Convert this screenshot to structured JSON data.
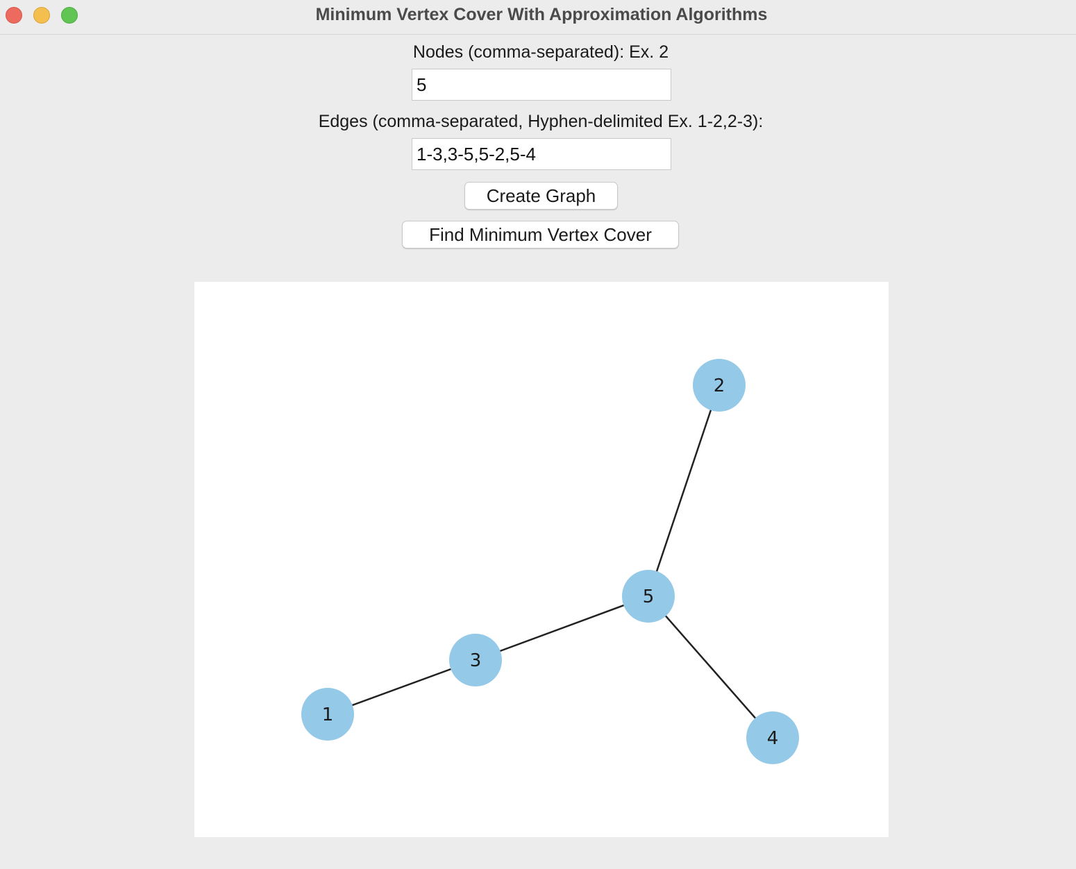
{
  "window": {
    "title": "Minimum Vertex Cover With Approximation Algorithms"
  },
  "form": {
    "nodes_label": "Nodes (comma-separated): Ex. 2",
    "nodes_value": "5",
    "edges_label": "Edges (comma-separated, Hyphen-delimited  Ex. 1-2,2-3):",
    "edges_value": "1-3,3-5,5-2,5-4",
    "create_button": "Create Graph",
    "find_button": "Find Minimum Vertex Cover"
  },
  "graph": {
    "node_color": "#94c9e8",
    "edge_color": "#222222",
    "nodes": [
      {
        "label": "1"
      },
      {
        "label": "2"
      },
      {
        "label": "3"
      },
      {
        "label": "4"
      },
      {
        "label": "5"
      }
    ],
    "edges": [
      [
        "1",
        "3"
      ],
      [
        "3",
        "5"
      ],
      [
        "5",
        "2"
      ],
      [
        "5",
        "4"
      ]
    ]
  }
}
